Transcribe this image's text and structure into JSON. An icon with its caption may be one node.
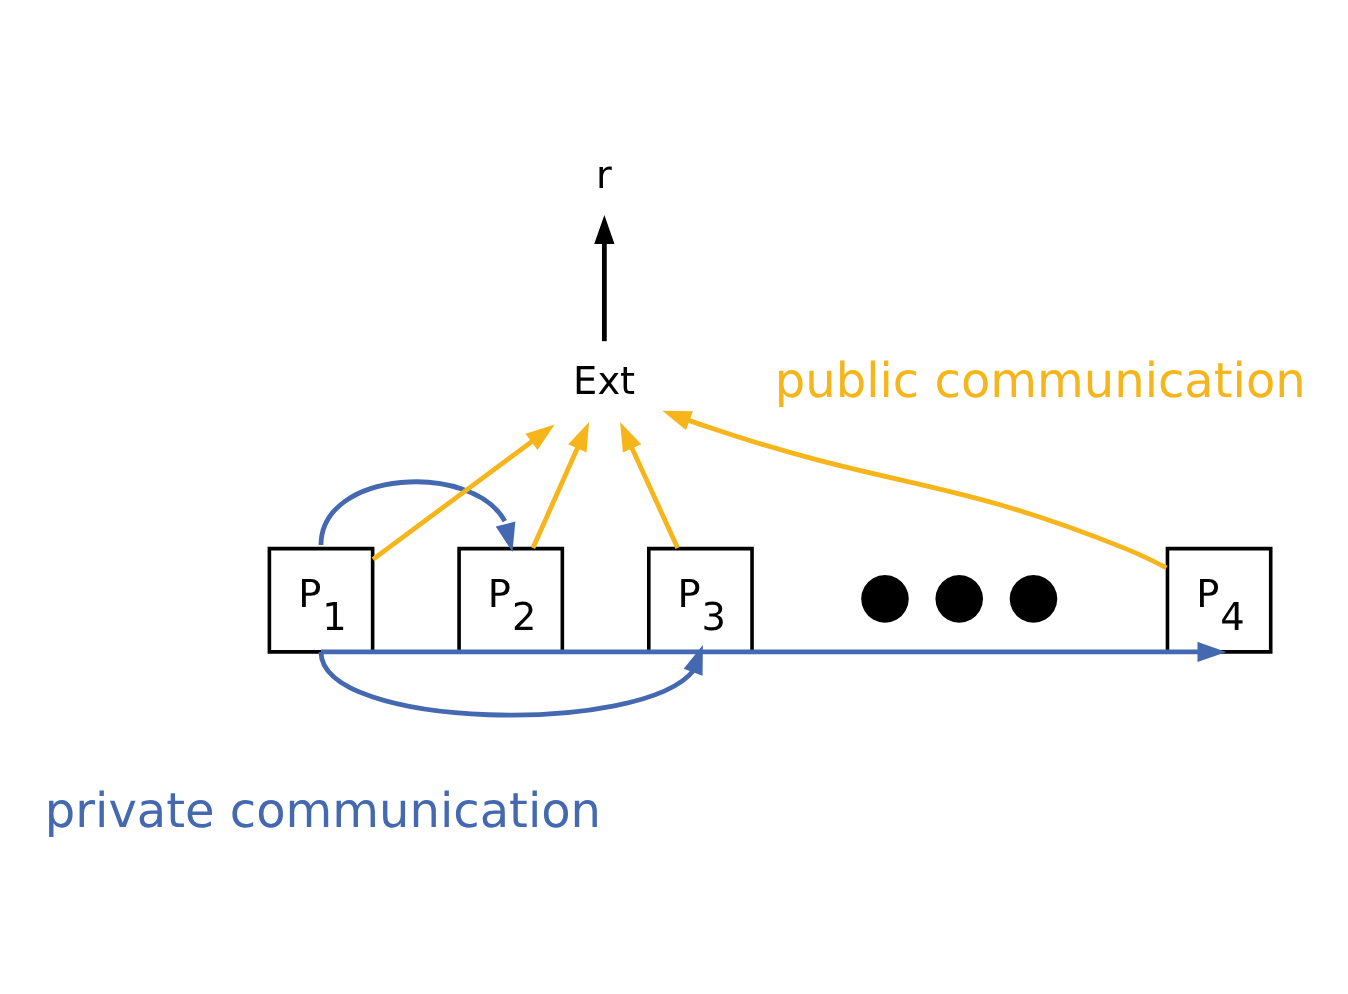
{
  "diagram": {
    "nodes": [
      {
        "text": [
          "P$_{1}$"
        ]
      },
      {
        "text": [
          "P$_{2}$"
        ]
      },
      {
        "text": [
          "P$_{3}$"
        ]
      },
      {
        "text": [
          "P$_{4}$"
        ]
      },
      {
        "text": [
          "Ext"
        ]
      },
      {
        "text": [
          "r"
        ]
      }
    ],
    "edges": [
      {
        "from": 0,
        "to": 4,
        "arrow": "to",
        "color": "#f5b51b"
      },
      {
        "from": 1,
        "to": 4,
        "arrow": "to",
        "color": "#f5b51b"
      },
      {
        "from": 2,
        "to": 4,
        "arrow": "to",
        "color": "#f5b51b"
      },
      {
        "from": 3,
        "to": 4,
        "arrow": "to",
        "color": "#f5b51b"
      },
      {
        "from": 4,
        "to": 5,
        "arrow": "to",
        "color": "#000000"
      },
      {
        "from": 0,
        "to": 1,
        "arrow": "to",
        "color": "#4469b0"
      },
      {
        "from": 0,
        "to": 2,
        "arrow": "to",
        "color": "#4469b0"
      },
      {
        "from": 0,
        "to": 3,
        "arrow": "to",
        "color": "#4469b0"
      }
    ],
    "labels": [
      "public communication",
      "● ● ●",
      "private communication"
    ]
  }
}
